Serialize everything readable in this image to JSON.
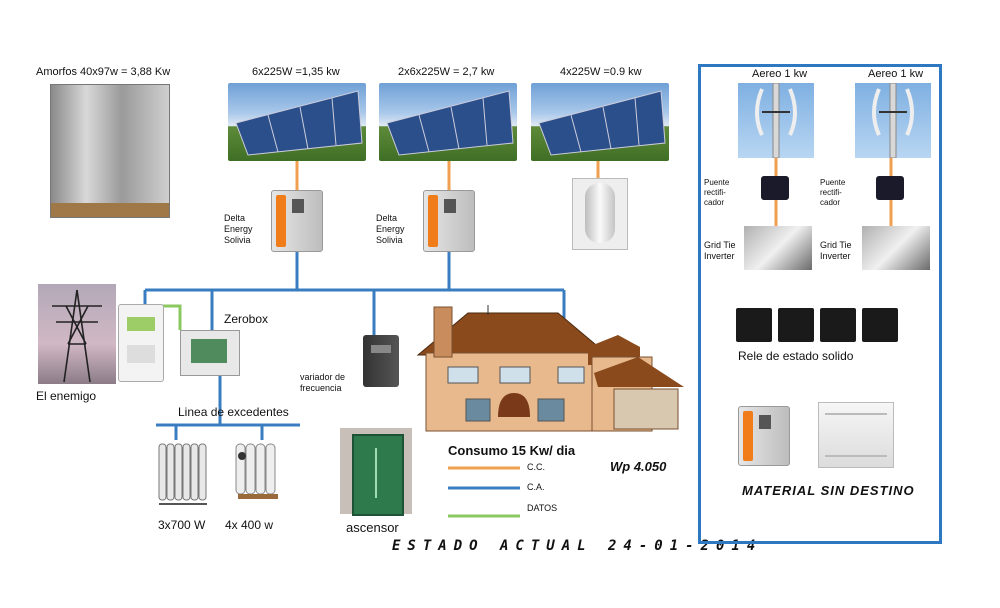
{
  "labels": {
    "amorfos": "Amorfos 40x97w = 3,88 Kw",
    "panel1": "6x225W =1,35 kw",
    "panel2": "2x6x225W = 2,7 kw",
    "panel3": "4x225W =0.9 kw",
    "delta1_a": "Delta",
    "delta1_b": "Energy",
    "delta1_c": "Solivia",
    "delta2_a": "Delta",
    "delta2_b": "Energy",
    "delta2_c": "Solivia",
    "zerobox": "Zerobox",
    "enemigo": "El enemigo",
    "excedentes": "Linea de excedentes",
    "variador_a": "variador de",
    "variador_b": "frecuencia",
    "radiator1": "3x700 W",
    "radiator2": "4x 400 w",
    "ascensor": "ascensor",
    "consumo": "Consumo 15 Kw/ dia",
    "wp": "Wp   4.050",
    "estado": "ESTADO ACTUAL 24-01-2014"
  },
  "legend": {
    "cc": "C.C.",
    "ca": "C.A.",
    "datos": "DATOS"
  },
  "right_panel": {
    "aereo1": "Aereo 1 kw",
    "aereo2": "Aereo 1 kw",
    "puente1_a": "Puente",
    "puente1_b": "rectifi-",
    "puente1_c": "cador",
    "puente2_a": "Puente",
    "puente2_b": "rectifi-",
    "puente2_c": "cador",
    "grid1_a": "Grid Tie",
    "grid1_b": "Inverter",
    "grid2_a": "Grid Tie",
    "grid2_b": "Inverter",
    "rele": "Rele de estado solido",
    "material": "MATERIAL  SIN DESTINO"
  },
  "colors": {
    "cc": "#f0a050",
    "ca": "#3a7cc0",
    "datos": "#8cc860",
    "frame": "#2e78c2"
  }
}
